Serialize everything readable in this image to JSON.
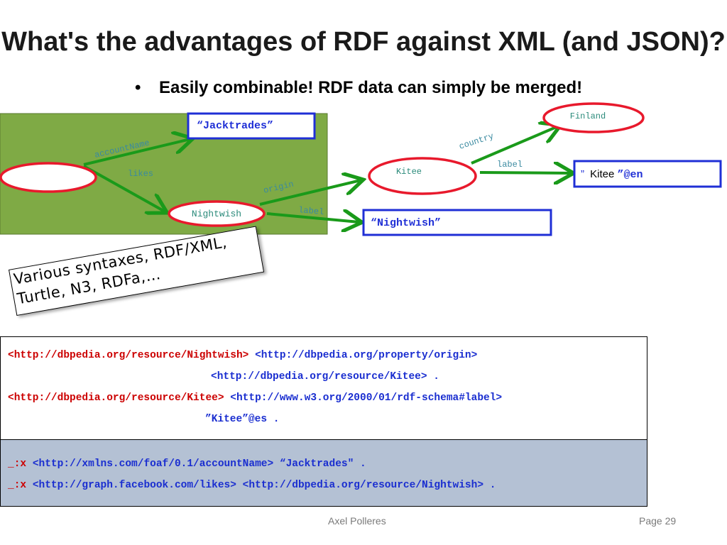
{
  "slide": {
    "title": "What's the advantages of RDF against XML (and JSON)?",
    "bullet_marker": "•",
    "bullet": "Easily combinable! RDF data can simply be merged!"
  },
  "graph": {
    "literal_jacktrades": "“Jacktrades”",
    "literal_nightwish": "“Nightwish”",
    "literal_kitee_quote": "”",
    "literal_kitee_text": "Kitee",
    "literal_kitee_lang": "”@en",
    "node_nightwish": "Nightwish",
    "node_kitee": "Kitee",
    "node_finland": "Finland",
    "edge_account_name": "accountName",
    "edge_likes": "likes",
    "edge_origin": "origin",
    "edge_label_nightwish": "label",
    "edge_country": "country",
    "edge_label_kitee": "label"
  },
  "syntaxes": {
    "line1": "Various syntaxes, RDF/XML,",
    "line2": "Turtle, N3, RDFa,…"
  },
  "dbpedia_triples": {
    "l1_subject": "<http://dbpedia.org/resource/Nightwish>",
    "l1_predicate": "<http://dbpedia.org/property/origin>",
    "l2_object": "<http://dbpedia.org/resource/Kitee> .",
    "l3_subject": "<http://dbpedia.org/resource/Kitee>",
    "l3_predicate": "<http://www.w3.org/2000/01/rdf-schema#label>",
    "l4_object": "”Kitee”@es ."
  },
  "facebook_triples": {
    "l1_subject": "_:x",
    "l1_predicate": "<http://xmlns.com/foaf/0.1/accountName>",
    "l1_object": "“Jacktrades\" .",
    "l2_subject": "_:x",
    "l2_predicate": "<http://graph.facebook.com/likes>",
    "l2_object": "<http://dbpedia.org/resource/Nightwish> ."
  },
  "footer": {
    "author": "Axel Polleres",
    "page": "Page 29"
  },
  "colors": {
    "green_panel": "#7faa45",
    "arrow_green": "#1a9a1a",
    "node_red": "#e8192c",
    "literal_blue": "#1f2fd6",
    "code_red": "#cc0000",
    "code_blue": "#1a2ed0",
    "code_band": "#b4c1d4"
  }
}
